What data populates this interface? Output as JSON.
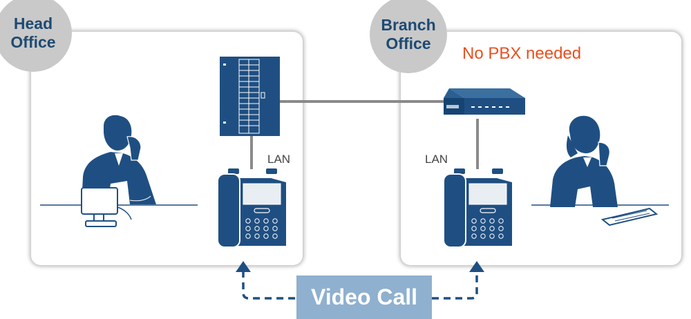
{
  "head_office": {
    "label_line1": "Head",
    "label_line2": "Office",
    "lan_label": "LAN"
  },
  "branch_office": {
    "label_line1": "Branch",
    "label_line2": "Office",
    "lan_label": "LAN",
    "note": "No PBX needed"
  },
  "video_call": {
    "label": "Video Call"
  },
  "colors": {
    "device_blue": "#1f4f82",
    "dark_blue": "#12385f",
    "accent_orange": "#e8501f",
    "bubble_gray": "#c9c9c9",
    "button_blue": "#8fb0cf"
  },
  "icons": [
    "person-on-phone-icon",
    "pbx-unit-icon",
    "desk-phone-icon",
    "router-icon",
    "monitor-icon",
    "keyboard-icon"
  ]
}
